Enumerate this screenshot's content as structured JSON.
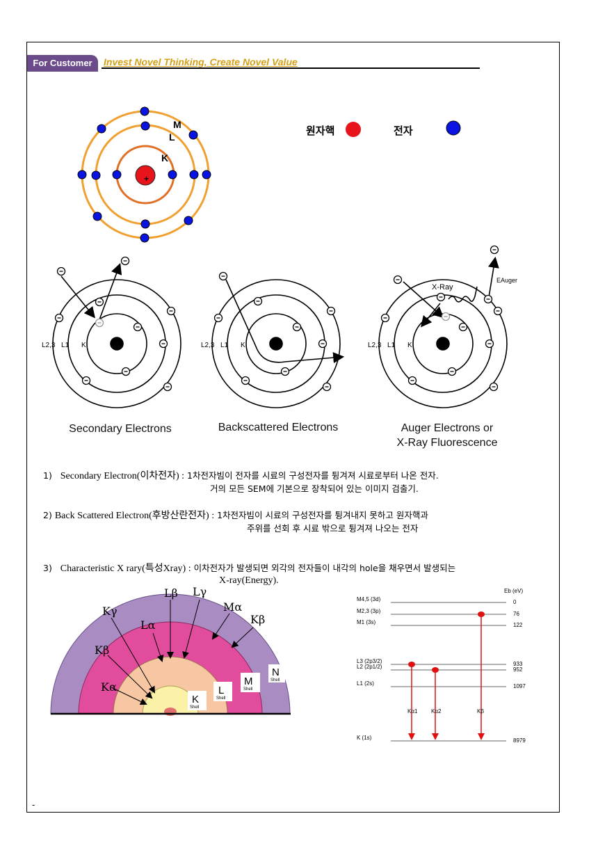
{
  "header": {
    "tab": "For Customer",
    "slogan": "Invest Novel Thinking, Create Novel Value"
  },
  "atom_diagram": {
    "shell_labels": [
      "M",
      "L",
      "K"
    ],
    "nucleus_symbol": "+",
    "legend": {
      "nucleus": "원자핵",
      "electron": "전자"
    },
    "colors": {
      "nucleus": "#e8141b",
      "electron": "#0a14e0",
      "outer_orbit": "#f0a030",
      "inner_orbit": "#e07028"
    }
  },
  "electron_diagrams": {
    "electron_symbol": "−",
    "shell_labels": [
      "L2,3",
      "L1",
      "K"
    ],
    "xray_label": "X-Ray",
    "auger_label": "EAuger",
    "captions": [
      "Secondary Electrons",
      "Backscattered Electrons",
      "Auger Electrons or",
      "X-Ray Fluorescence"
    ]
  },
  "items": [
    {
      "num": "1)",
      "term": "Secondary Electron(이차전자) :",
      "desc": "1차전자빔이 전자를 시료의 구성전자를 튕겨져 시료로부터 나온 전자.",
      "desc2": "거의 모든 SEM에 기본으로 장착되어 있는 이미지 검출기."
    },
    {
      "num": "2)",
      "term": "Back Scattered Electron(후방산란전자) :",
      "desc": "1차전자빔이 시료의 구성전자를 튕겨내지 못하고 원자핵과",
      "desc2": "주위를 선회 후 시료 밖으로 튕겨져 나오는 전자"
    },
    {
      "num": "3)",
      "term": "Characteristic X rary(특성Xray) :",
      "desc": "이차전자가 발생되면 외각의 전자들이 내각의 hole을 채우면서 발생되는",
      "desc2": "X-ray(Energy)."
    }
  ],
  "shell_diagram": {
    "line_labels": [
      "Lβ",
      "Lγ",
      "Kγ",
      "Mα",
      "Lα",
      "Kβ",
      "Kβ",
      "Kα"
    ],
    "shells": [
      {
        "letter": "N",
        "word": "Shell"
      },
      {
        "letter": "M",
        "word": "Shell"
      },
      {
        "letter": "L",
        "word": "Shell"
      },
      {
        "letter": "K",
        "word": "Shell"
      }
    ],
    "colors": {
      "N": "#a88cc2",
      "M": "#e14c9c",
      "L": "#f7c7a4",
      "K": "#fbf2a8"
    }
  },
  "energy_diagram": {
    "header": "Eb (eV)",
    "levels": [
      {
        "name": "M4,5 (3d)",
        "energy": "0"
      },
      {
        "name": "M2,3 (3p)",
        "energy": "76"
      },
      {
        "name": "M1 (3s)",
        "energy": "122"
      },
      {
        "name": "L3 (2p3/2)",
        "energy": "933"
      },
      {
        "name": "L2 (2p1/2)",
        "energy": "952"
      },
      {
        "name": "L1 (2s)",
        "energy": "1097"
      },
      {
        "name": "K (1s)",
        "energy": "8979"
      }
    ],
    "transitions": [
      "Kα1",
      "Kα2",
      "Kβ"
    ],
    "arrow_color": "#e01010"
  },
  "footer": {
    "mark": "-"
  }
}
